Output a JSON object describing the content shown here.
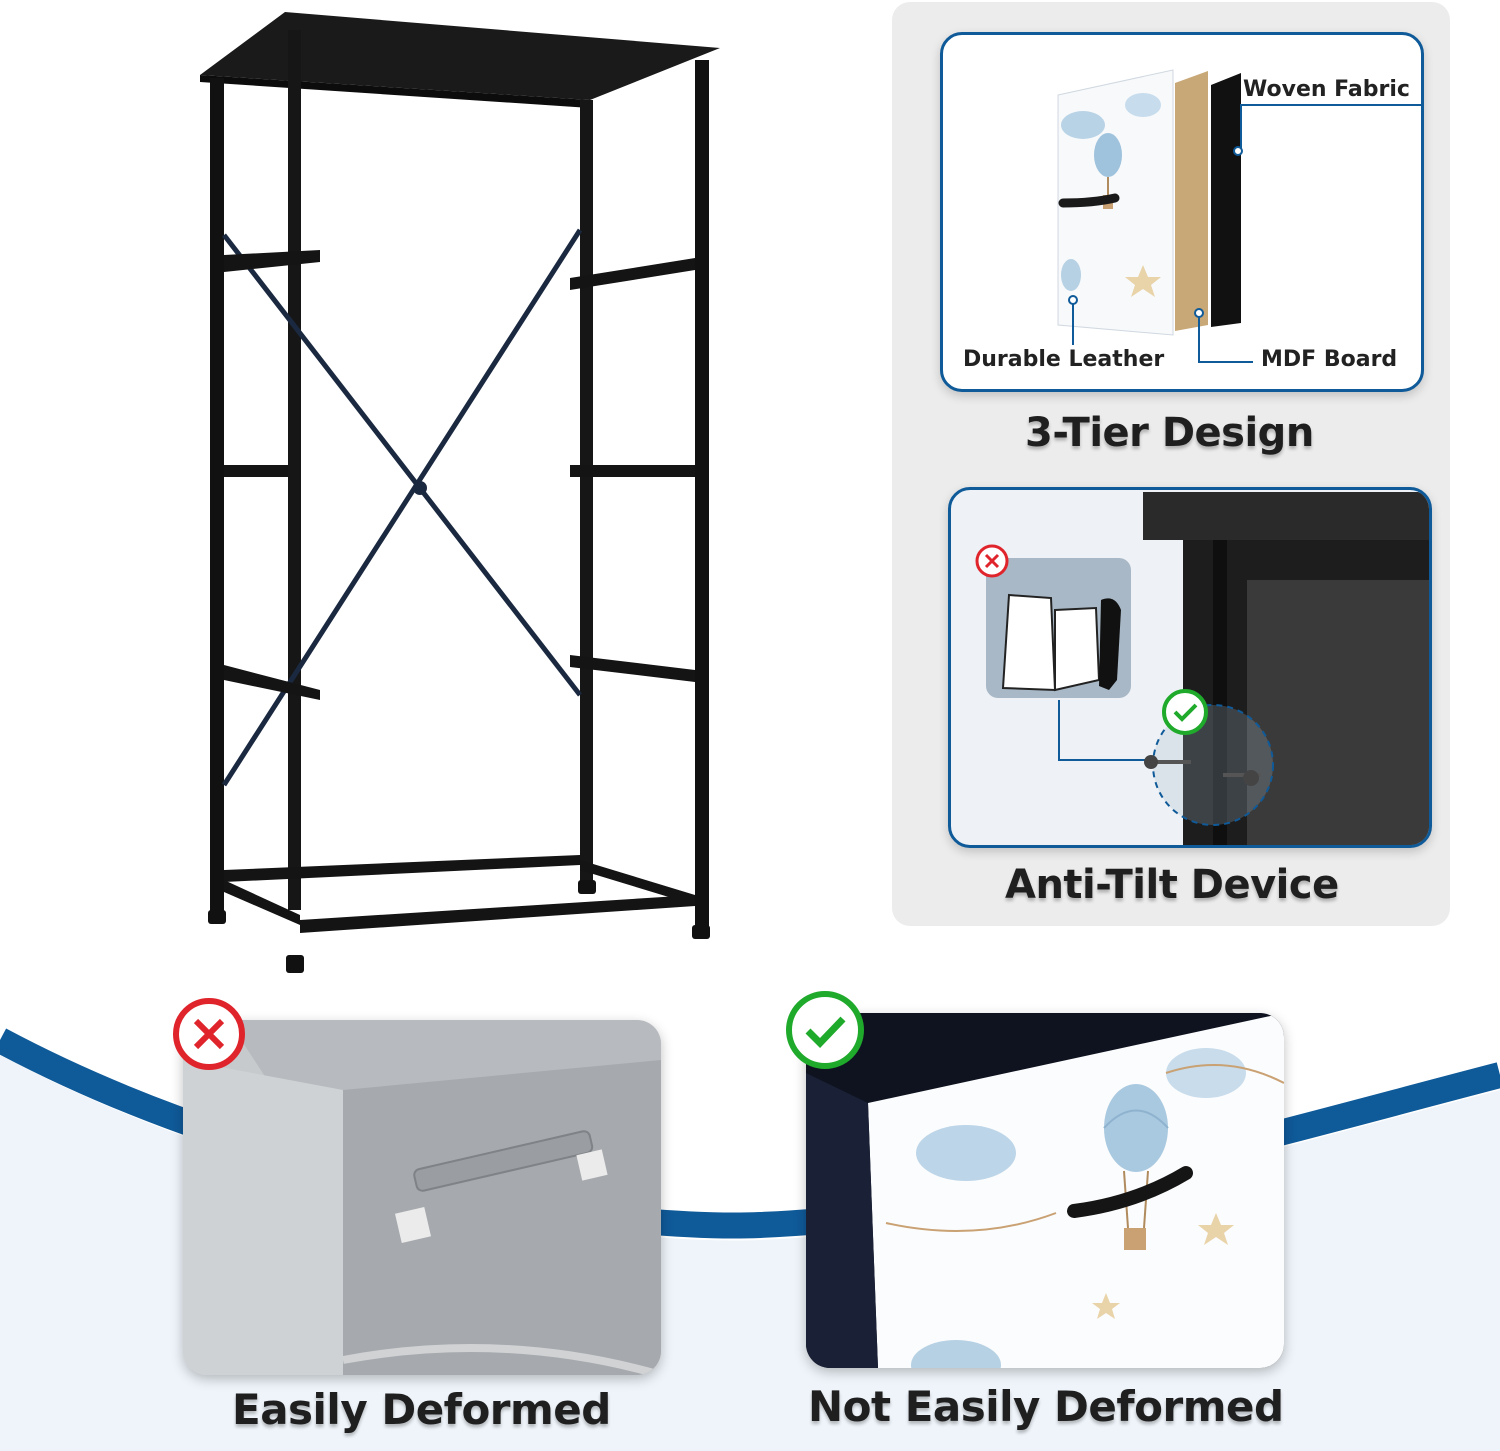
{
  "colors": {
    "accent_blue": "#0f5a99",
    "bad_red": "#e0242b",
    "good_green": "#1faa2b",
    "frame_black": "#151515",
    "panel_grey": "#ececec"
  },
  "layers": {
    "woven_fabric": "Woven Fabric",
    "durable_leather": "Durable Leather",
    "mdf_board": "MDF Board",
    "title": "3-Tier Design"
  },
  "anti_tilt": {
    "title": "Anti-Tilt Device",
    "icons": {
      "bad": "cross-circle-icon",
      "good": "check-circle-icon"
    }
  },
  "comparison": {
    "bad_label": "Easily Deformed",
    "good_label": "Not Easily Deformed",
    "icons": {
      "bad": "cross-circle-icon",
      "good": "check-circle-icon"
    }
  }
}
